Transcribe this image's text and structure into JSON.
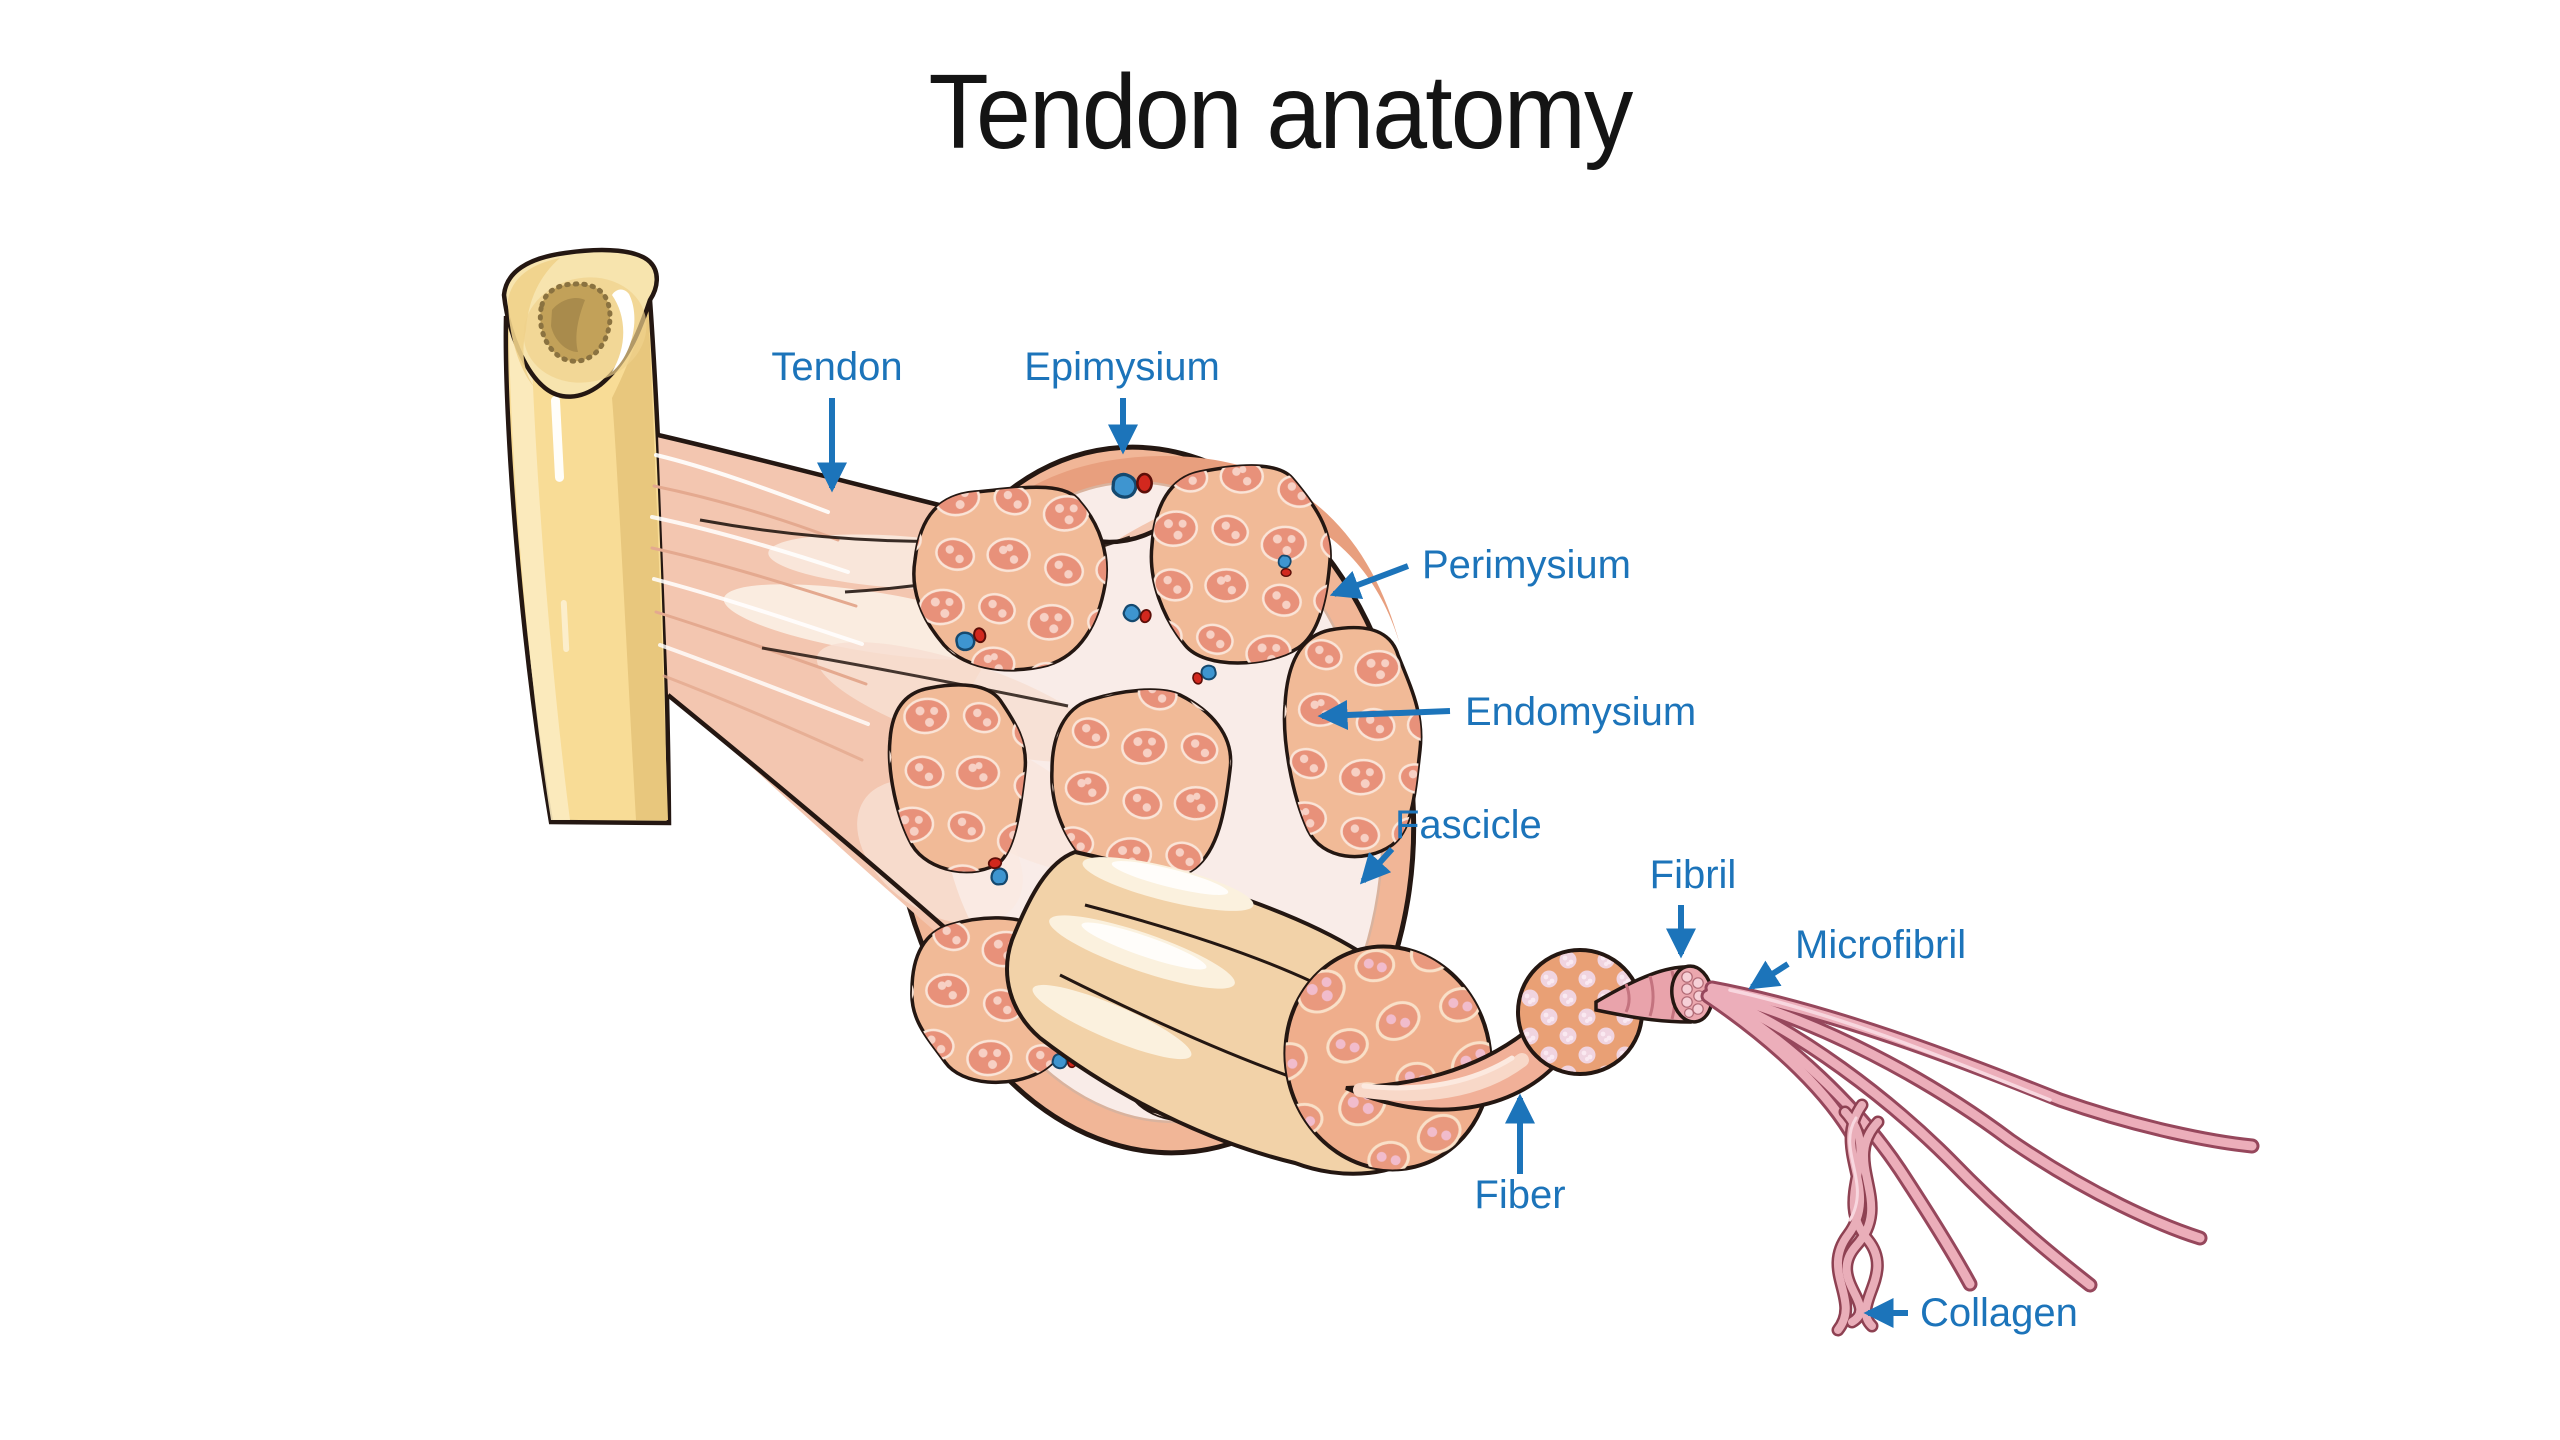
{
  "figure": {
    "title": "Tendon anatomy",
    "description": "Medical illustration of tendon hierarchical structure from bone attachment to collagen molecule"
  },
  "labels": {
    "tendon": "Tendon",
    "epimysium": "Epimysium",
    "perimysium": "Perimysium",
    "endomysium": "Endomysium",
    "fascicle": "Fascicle",
    "fibril": "Fibril",
    "microfibril": "Microfibril",
    "fiber": "Fiber",
    "collagen": "Collagen"
  },
  "colors": {
    "label_blue": "#1c74ba",
    "title_color": "#141414",
    "background": "#ffffff",
    "outline_dark": "#241712",
    "bone": "#f8dc96",
    "bone_light": "#fbebc0",
    "bone_shade": "#e8c77d",
    "bone_marrow": "#c2a159",
    "tendon": "#f3c6b0",
    "tendon_streak": "#f9e6da",
    "epimysium_ring": "#f1b697",
    "cross_section_inner": "#f9ece8",
    "fascicle_fill": "#f1ba97",
    "fiber_blob": "#e8917a",
    "fiber_dot": "#f7d0c4",
    "vessel_blue": "#3e95d0",
    "vessel_red": "#d2281e",
    "tube_cream": "#f2d2a8",
    "fascicle_face": "#efae8c",
    "fiber_body": "#f1b098",
    "fiber_face": "#e9a075",
    "fibril_circle": "#f0d4e0",
    "fibril_body": "#e9a3ab",
    "microfibril_pink": "#ecaeba",
    "microfibril_outline": "#96475c"
  }
}
